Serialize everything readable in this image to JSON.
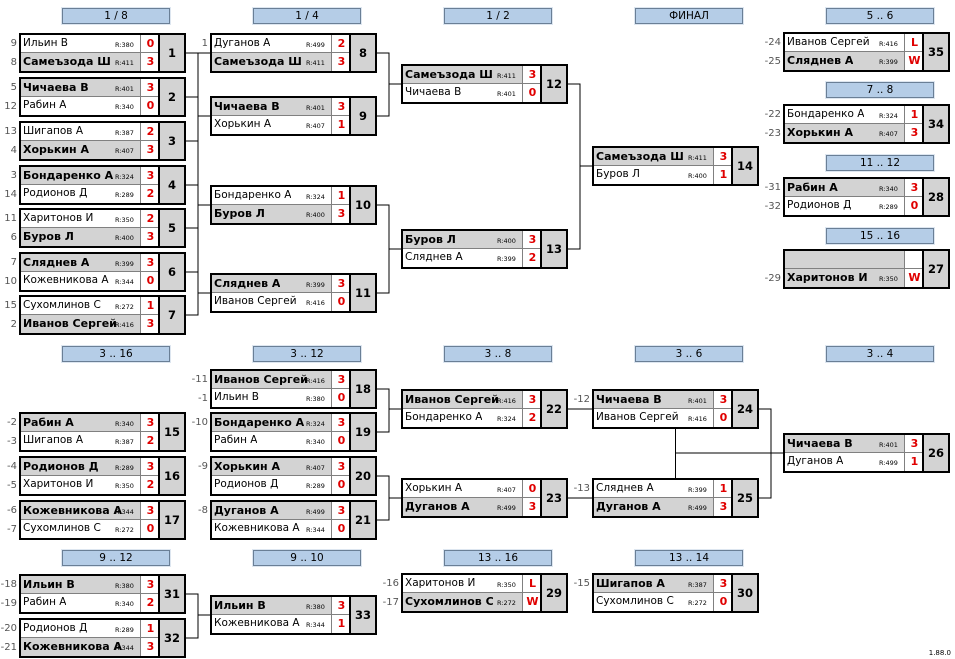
{
  "headers": [
    "1 / 8",
    "1 / 4",
    "1 / 2",
    "ФИНАЛ",
    "5 .. 6",
    "7 .. 8",
    "11 .. 12",
    "15 .. 16",
    "3 .. 16",
    "3 .. 12",
    "3 .. 8",
    "3 .. 6",
    "3 .. 4",
    "9 .. 12",
    "9 .. 10",
    "13 .. 16",
    "13 .. 14"
  ],
  "matches": [
    {
      "num": "1",
      "players": [
        {
          "seed": "9",
          "name": "Ильин В",
          "rating": "R:380",
          "score": "0",
          "winner": false
        },
        {
          "seed": "8",
          "name": "Самеъзода Ш",
          "rating": "R:411",
          "score": "3",
          "winner": true
        }
      ]
    },
    {
      "num": "2",
      "players": [
        {
          "seed": "5",
          "name": "Чичаева В",
          "rating": "R:401",
          "score": "3",
          "winner": true
        },
        {
          "seed": "12",
          "name": "Рабин А",
          "rating": "R:340",
          "score": "0",
          "winner": false
        }
      ]
    },
    {
      "num": "3",
      "players": [
        {
          "seed": "13",
          "name": "Шигапов А",
          "rating": "R:387",
          "score": "2",
          "winner": false
        },
        {
          "seed": "4",
          "name": "Хорькин А",
          "rating": "R:407",
          "score": "3",
          "winner": true
        }
      ]
    },
    {
      "num": "4",
      "players": [
        {
          "seed": "3",
          "name": "Бондаренко А",
          "rating": "R:324",
          "score": "3",
          "winner": true
        },
        {
          "seed": "14",
          "name": "Родионов Д",
          "rating": "R:289",
          "score": "2",
          "winner": false
        }
      ]
    },
    {
      "num": "5",
      "players": [
        {
          "seed": "11",
          "name": "Харитонов И",
          "rating": "R:350",
          "score": "2",
          "winner": false
        },
        {
          "seed": "6",
          "name": "Буров Л",
          "rating": "R:400",
          "score": "3",
          "winner": true
        }
      ]
    },
    {
      "num": "6",
      "players": [
        {
          "seed": "7",
          "name": "Сляднев А",
          "rating": "R:399",
          "score": "3",
          "winner": true
        },
        {
          "seed": "10",
          "name": "Кожевникова А",
          "rating": "R:344",
          "score": "0",
          "winner": false
        }
      ]
    },
    {
      "num": "7",
      "players": [
        {
          "seed": "15",
          "name": "Сухомлинов С",
          "rating": "R:272",
          "score": "1",
          "winner": false
        },
        {
          "seed": "2",
          "name": "Иванов Сергей",
          "rating": "R:416",
          "score": "3",
          "winner": true
        }
      ]
    },
    {
      "num": "8",
      "players": [
        {
          "seed": "1",
          "name": "Дуганов А",
          "rating": "R:499",
          "score": "2",
          "winner": false
        },
        {
          "seed": "",
          "name": "Самеъзода Ш",
          "rating": "R:411",
          "score": "3",
          "winner": true
        }
      ]
    },
    {
      "num": "9",
      "players": [
        {
          "seed": "",
          "name": "Чичаева В",
          "rating": "R:401",
          "score": "3",
          "winner": true
        },
        {
          "seed": "",
          "name": "Хорькин А",
          "rating": "R:407",
          "score": "1",
          "winner": false
        }
      ]
    },
    {
      "num": "10",
      "players": [
        {
          "seed": "",
          "name": "Бондаренко А",
          "rating": "R:324",
          "score": "1",
          "winner": false
        },
        {
          "seed": "",
          "name": "Буров Л",
          "rating": "R:400",
          "score": "3",
          "winner": true
        }
      ]
    },
    {
      "num": "11",
      "players": [
        {
          "seed": "",
          "name": "Сляднев А",
          "rating": "R:399",
          "score": "3",
          "winner": true
        },
        {
          "seed": "",
          "name": "Иванов Сергей",
          "rating": "R:416",
          "score": "0",
          "winner": false
        }
      ]
    },
    {
      "num": "12",
      "players": [
        {
          "seed": "",
          "name": "Самеъзода Ш",
          "rating": "R:411",
          "score": "3",
          "winner": true
        },
        {
          "seed": "",
          "name": "Чичаева В",
          "rating": "R:401",
          "score": "0",
          "winner": false
        }
      ]
    },
    {
      "num": "13",
      "players": [
        {
          "seed": "",
          "name": "Буров Л",
          "rating": "R:400",
          "score": "3",
          "winner": true
        },
        {
          "seed": "",
          "name": "Сляднев А",
          "rating": "R:399",
          "score": "2",
          "winner": false
        }
      ]
    },
    {
      "num": "14",
      "players": [
        {
          "seed": "",
          "name": "Самеъзода Ш",
          "rating": "R:411",
          "score": "3",
          "winner": true
        },
        {
          "seed": "",
          "name": "Буров Л",
          "rating": "R:400",
          "score": "1",
          "winner": false
        }
      ]
    },
    {
      "num": "35",
      "players": [
        {
          "seed": "-24",
          "name": "Иванов Сергей",
          "rating": "R:416",
          "score": "L",
          "winner": false
        },
        {
          "seed": "-25",
          "name": "Сляднев А",
          "rating": "R:399",
          "score": "W",
          "winner": true
        }
      ]
    },
    {
      "num": "34",
      "players": [
        {
          "seed": "-22",
          "name": "Бондаренко А",
          "rating": "R:324",
          "score": "1",
          "winner": false
        },
        {
          "seed": "-23",
          "name": "Хорькин А",
          "rating": "R:407",
          "score": "3",
          "winner": true
        }
      ]
    },
    {
      "num": "28",
      "players": [
        {
          "seed": "-31",
          "name": "Рабин А",
          "rating": "R:340",
          "score": "3",
          "winner": true
        },
        {
          "seed": "-32",
          "name": "Родионов Д",
          "rating": "R:289",
          "score": "0",
          "winner": false
        }
      ]
    },
    {
      "num": "27",
      "players": [
        {
          "seed": "",
          "name": "",
          "rating": "",
          "score": "",
          "winner": true
        },
        {
          "seed": "-29",
          "name": "Харитонов И",
          "rating": "R:350",
          "score": "W",
          "winner": true
        }
      ]
    },
    {
      "num": "18",
      "players": [
        {
          "seed": "-11",
          "name": "Иванов Сергей",
          "rating": "R:416",
          "score": "3",
          "winner": true
        },
        {
          "seed": "-1",
          "name": "Ильин В",
          "rating": "R:380",
          "score": "0",
          "winner": false
        }
      ]
    },
    {
      "num": "19",
      "players": [
        {
          "seed": "-10",
          "name": "Бондаренко А",
          "rating": "R:324",
          "score": "3",
          "winner": true
        },
        {
          "seed": "",
          "name": "Рабин А",
          "rating": "R:340",
          "score": "0",
          "winner": false
        }
      ]
    },
    {
      "num": "20",
      "players": [
        {
          "seed": "-9",
          "name": "Хорькин А",
          "rating": "R:407",
          "score": "3",
          "winner": true
        },
        {
          "seed": "",
          "name": "Родионов Д",
          "rating": "R:289",
          "score": "0",
          "winner": false
        }
      ]
    },
    {
      "num": "21",
      "players": [
        {
          "seed": "-8",
          "name": "Дуганов А",
          "rating": "R:499",
          "score": "3",
          "winner": true
        },
        {
          "seed": "",
          "name": "Кожевникова А",
          "rating": "R:344",
          "score": "0",
          "winner": false
        }
      ]
    },
    {
      "num": "15",
      "players": [
        {
          "seed": "-2",
          "name": "Рабин А",
          "rating": "R:340",
          "score": "3",
          "winner": true
        },
        {
          "seed": "-3",
          "name": "Шигапов А",
          "rating": "R:387",
          "score": "2",
          "winner": false
        }
      ]
    },
    {
      "num": "16",
      "players": [
        {
          "seed": "-4",
          "name": "Родионов Д",
          "rating": "R:289",
          "score": "3",
          "winner": true
        },
        {
          "seed": "-5",
          "name": "Харитонов И",
          "rating": "R:350",
          "score": "2",
          "winner": false
        }
      ]
    },
    {
      "num": "17",
      "players": [
        {
          "seed": "-6",
          "name": "Кожевникова А",
          "rating": "R:344",
          "score": "3",
          "winner": true
        },
        {
          "seed": "-7",
          "name": "Сухомлинов С",
          "rating": "R:272",
          "score": "0",
          "winner": false
        }
      ]
    },
    {
      "num": "22",
      "players": [
        {
          "seed": "",
          "name": "Иванов Сергей",
          "rating": "R:416",
          "score": "3",
          "winner": true
        },
        {
          "seed": "",
          "name": "Бондаренко А",
          "rating": "R:324",
          "score": "2",
          "winner": false
        }
      ]
    },
    {
      "num": "23",
      "players": [
        {
          "seed": "",
          "name": "Хорькин А",
          "rating": "R:407",
          "score": "0",
          "winner": false
        },
        {
          "seed": "",
          "name": "Дуганов А",
          "rating": "R:499",
          "score": "3",
          "winner": true
        }
      ]
    },
    {
      "num": "24",
      "players": [
        {
          "seed": "-12",
          "name": "Чичаева В",
          "rating": "R:401",
          "score": "3",
          "winner": true
        },
        {
          "seed": "",
          "name": "Иванов Сергей",
          "rating": "R:416",
          "score": "0",
          "winner": false
        }
      ]
    },
    {
      "num": "25",
      "players": [
        {
          "seed": "-13",
          "name": "Сляднев А",
          "rating": "R:399",
          "score": "1",
          "winner": false
        },
        {
          "seed": "",
          "name": "Дуганов А",
          "rating": "R:499",
          "score": "3",
          "winner": true
        }
      ]
    },
    {
      "num": "26",
      "players": [
        {
          "seed": "",
          "name": "Чичаева В",
          "rating": "R:401",
          "score": "3",
          "winner": true
        },
        {
          "seed": "",
          "name": "Дуганов А",
          "rating": "R:499",
          "score": "1",
          "winner": false
        }
      ]
    },
    {
      "num": "31",
      "players": [
        {
          "seed": "-18",
          "name": "Ильин В",
          "rating": "R:380",
          "score": "3",
          "winner": true
        },
        {
          "seed": "-19",
          "name": "Рабин А",
          "rating": "R:340",
          "score": "2",
          "winner": false
        }
      ]
    },
    {
      "num": "32",
      "players": [
        {
          "seed": "-20",
          "name": "Родионов Д",
          "rating": "R:289",
          "score": "1",
          "winner": false
        },
        {
          "seed": "-21",
          "name": "Кожевникова А",
          "rating": "R:344",
          "score": "3",
          "winner": true
        }
      ]
    },
    {
      "num": "33",
      "players": [
        {
          "seed": "",
          "name": "Ильин В",
          "rating": "R:380",
          "score": "3",
          "winner": true
        },
        {
          "seed": "",
          "name": "Кожевникова А",
          "rating": "R:344",
          "score": "1",
          "winner": false
        }
      ]
    },
    {
      "num": "29",
      "players": [
        {
          "seed": "-16",
          "name": "Харитонов И",
          "rating": "R:350",
          "score": "L",
          "winner": false
        },
        {
          "seed": "-17",
          "name": "Сухомлинов С",
          "rating": "R:272",
          "score": "W",
          "winner": true
        }
      ]
    },
    {
      "num": "30",
      "players": [
        {
          "seed": "-15",
          "name": "Шигапов А",
          "rating": "R:387",
          "score": "3",
          "winner": true
        },
        {
          "seed": "",
          "name": "Сухомлинов С",
          "rating": "R:272",
          "score": "0",
          "winner": false
        }
      ]
    }
  ],
  "version": "1.88.0"
}
